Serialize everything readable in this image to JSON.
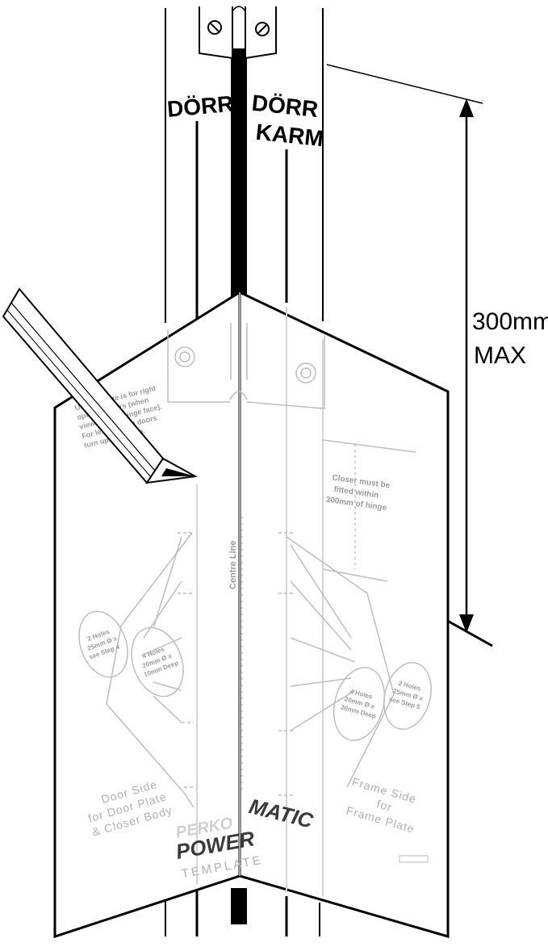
{
  "labels": {
    "door_label": "DÖRR",
    "frame_label_line1": "DÖRR",
    "frame_label_line2": "KARM",
    "dimension_value": "300mm",
    "dimension_qualifier": "MAX"
  },
  "template": {
    "brand_top": "PERKO",
    "brand_power": "POWER",
    "brand_matic": "MATIC",
    "brand_sub": "TEMPLATE",
    "door_side_line1": "Door Side",
    "door_side_line2": "for Door Plate",
    "door_side_line3": "& Closer Body",
    "frame_side_line1": "Frame Side",
    "frame_side_line2": "for",
    "frame_side_line3": "Frame Plate",
    "centre_line": "Centre Line",
    "hinge_note_line1": "Closer must be",
    "hinge_note_line2": "fitted within",
    "hinge_note_line3": "300mm of hinge",
    "left_holes_line1": "2 Holes",
    "left_holes_line2": "25mm Ø x",
    "left_holes_line3": "see Step 4",
    "left_holes4_line1": "4 Holes",
    "left_holes4_line2": "20mm Ø x",
    "left_holes4_line3": "10mm Deep",
    "right_holes_line1": "2 Holes",
    "right_holes_line2": "25mm Ø x",
    "right_holes_line3": "see Step 5",
    "right_holes4_line1": "4 Holes",
    "right_holes4_line2": "20mm Ø x",
    "right_holes4_line3": "20mm Deep",
    "instructions_line1": "Use template is for right",
    "instructions_line2": "opening doors (when",
    "instructions_line3": "viewed from hinge face).",
    "instructions_line4": "For left opening doors",
    "instructions_line5": "turn upside down."
  }
}
